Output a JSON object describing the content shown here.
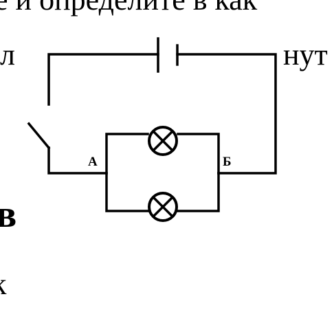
{
  "text_fragments": {
    "top_line": "е и определите в как",
    "left_fragment": "л",
    "right_fragment": "нут",
    "big_letter": "в",
    "small_letter": "к"
  },
  "circuit": {
    "node_a_label": "А",
    "node_b_label": "Б",
    "components": [
      "battery",
      "switch-open",
      "lamp-top",
      "lamp-bottom"
    ],
    "lamp_connection": "parallel"
  }
}
